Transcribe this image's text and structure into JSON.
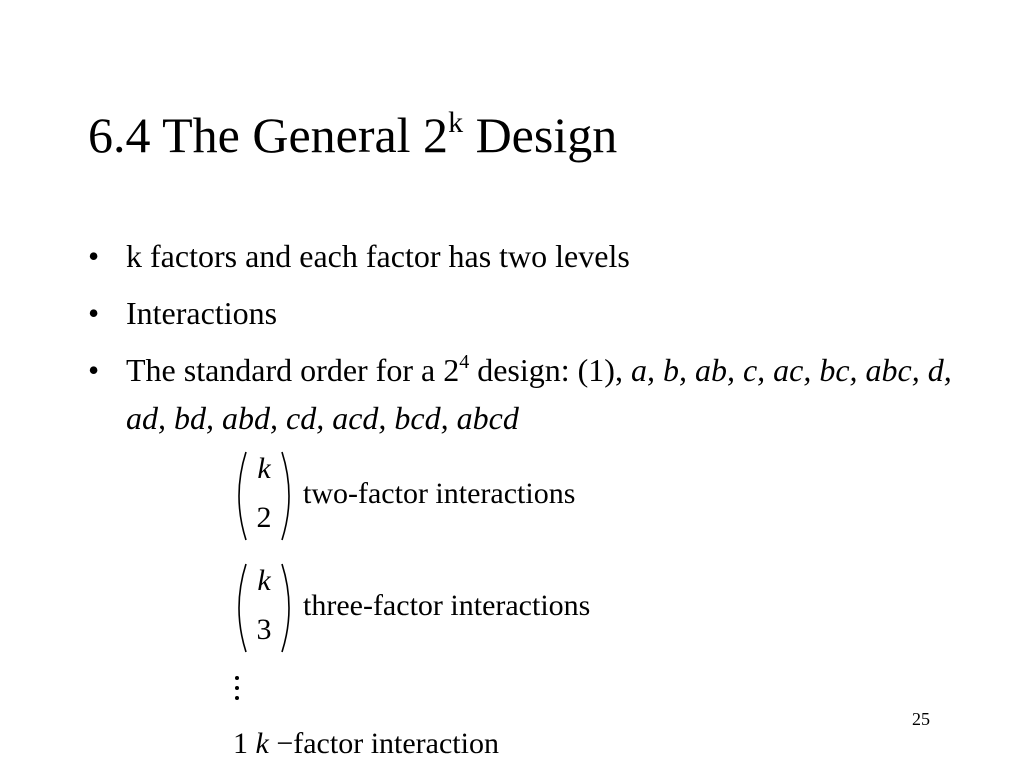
{
  "slide": {
    "title": {
      "prefix": "6.4 The General 2",
      "superscript": "k",
      "suffix": " Design"
    },
    "bullets": [
      {
        "text": "k factors and each factor has two levels"
      },
      {
        "text": "Interactions"
      },
      {
        "text_before": "The standard order for a 2",
        "superscript": "4",
        "text_after": " design: (1), ",
        "italic_list": "a, b, ab, c, ac, bc, abc, d, ad, bd, abd, cd, acd, bcd, abcd"
      }
    ],
    "bullet_glyph": "•",
    "interactions": [
      {
        "top": "k",
        "bottom": "2",
        "label": "two-factor interactions"
      },
      {
        "top": "k",
        "bottom": "3",
        "label": "three-factor interactions"
      }
    ],
    "last_line": {
      "number": "1",
      "variable": "k",
      "operator": "−",
      "label": "factor interaction"
    },
    "page_number": "25"
  }
}
